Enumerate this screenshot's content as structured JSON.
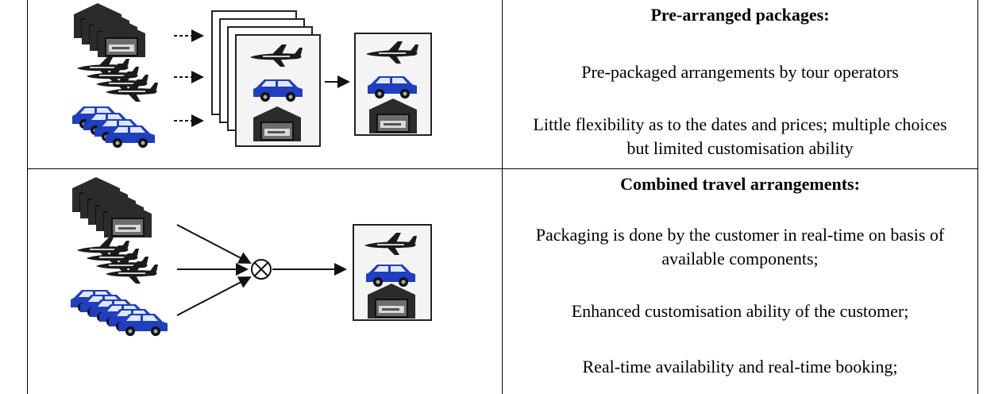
{
  "rows": [
    {
      "heading": "Pre-arranged packages:",
      "paragraphs": [
        "Pre-packaged arrangements by tour operators",
        "Little flexibility as to the dates and prices; multiple choices but limited customisation ability"
      ]
    },
    {
      "heading": "Combined travel arrangements:",
      "paragraphs": [
        "Packaging is done by the customer in real-time on basis of available components;",
        "Enhanced customisation ability of the customer;",
        "Real-time availability and real-time booking;"
      ]
    }
  ]
}
